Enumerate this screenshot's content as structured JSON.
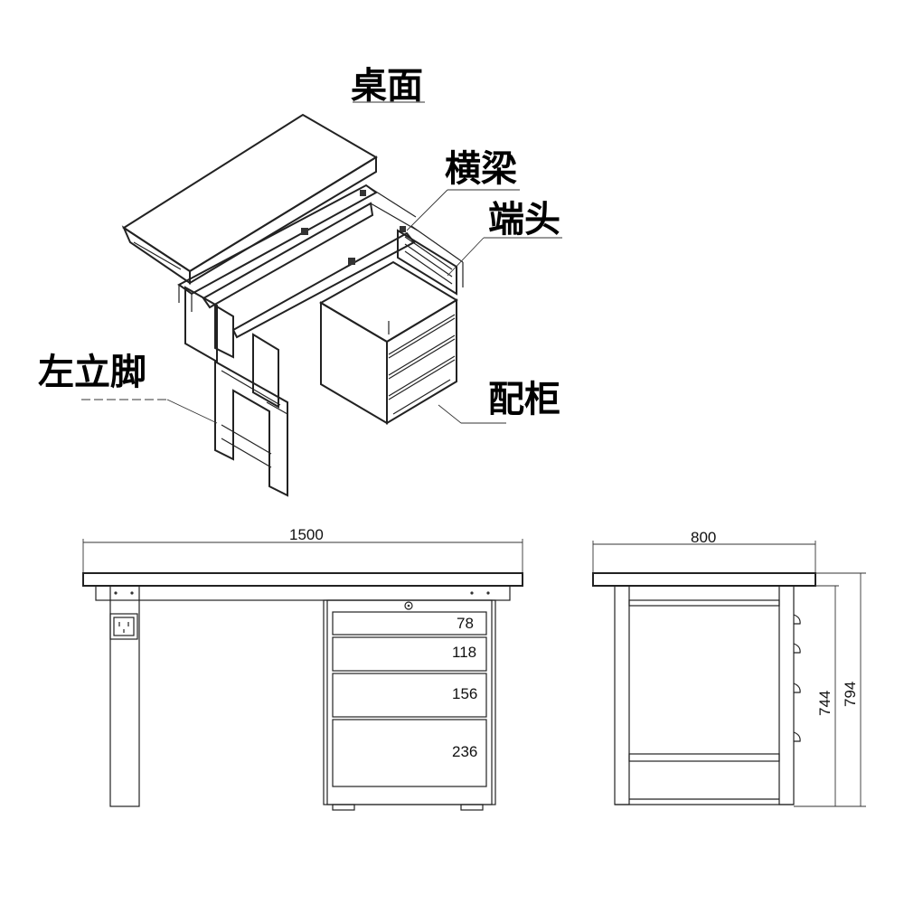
{
  "colors": {
    "line": "#222222",
    "panel": "#ffffff",
    "text": "#000000"
  },
  "iso_labels": {
    "desktop": "桌面",
    "crossbeam": "横梁",
    "end_head": "端头",
    "left_leg": "左立脚",
    "cabinet": "配柜"
  },
  "front_view": {
    "width_dim": "1500",
    "drawer_heights": [
      "78",
      "118",
      "156",
      "236"
    ]
  },
  "side_view": {
    "depth_dim": "800",
    "height_inner": "744",
    "height_total": "794"
  },
  "icons": {
    "outlet": "power-outlet-icon",
    "lock": "lock-icon"
  }
}
